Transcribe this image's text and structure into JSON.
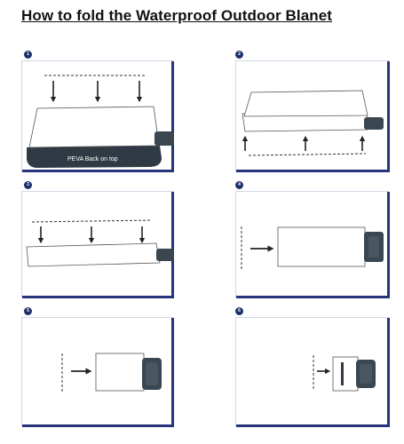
{
  "title": "How to fold the Waterproof Outdoor Blanet",
  "steps": [
    {
      "number": "1",
      "label": "PEVA Back on top"
    },
    {
      "number": "2"
    },
    {
      "number": "3"
    },
    {
      "number": "4"
    },
    {
      "number": "5"
    },
    {
      "number": "6"
    }
  ],
  "colors": {
    "panel_border": "#26357a",
    "badge": "#1f2f6b",
    "backing": "#2f3a44",
    "strap": "#3a4650"
  }
}
